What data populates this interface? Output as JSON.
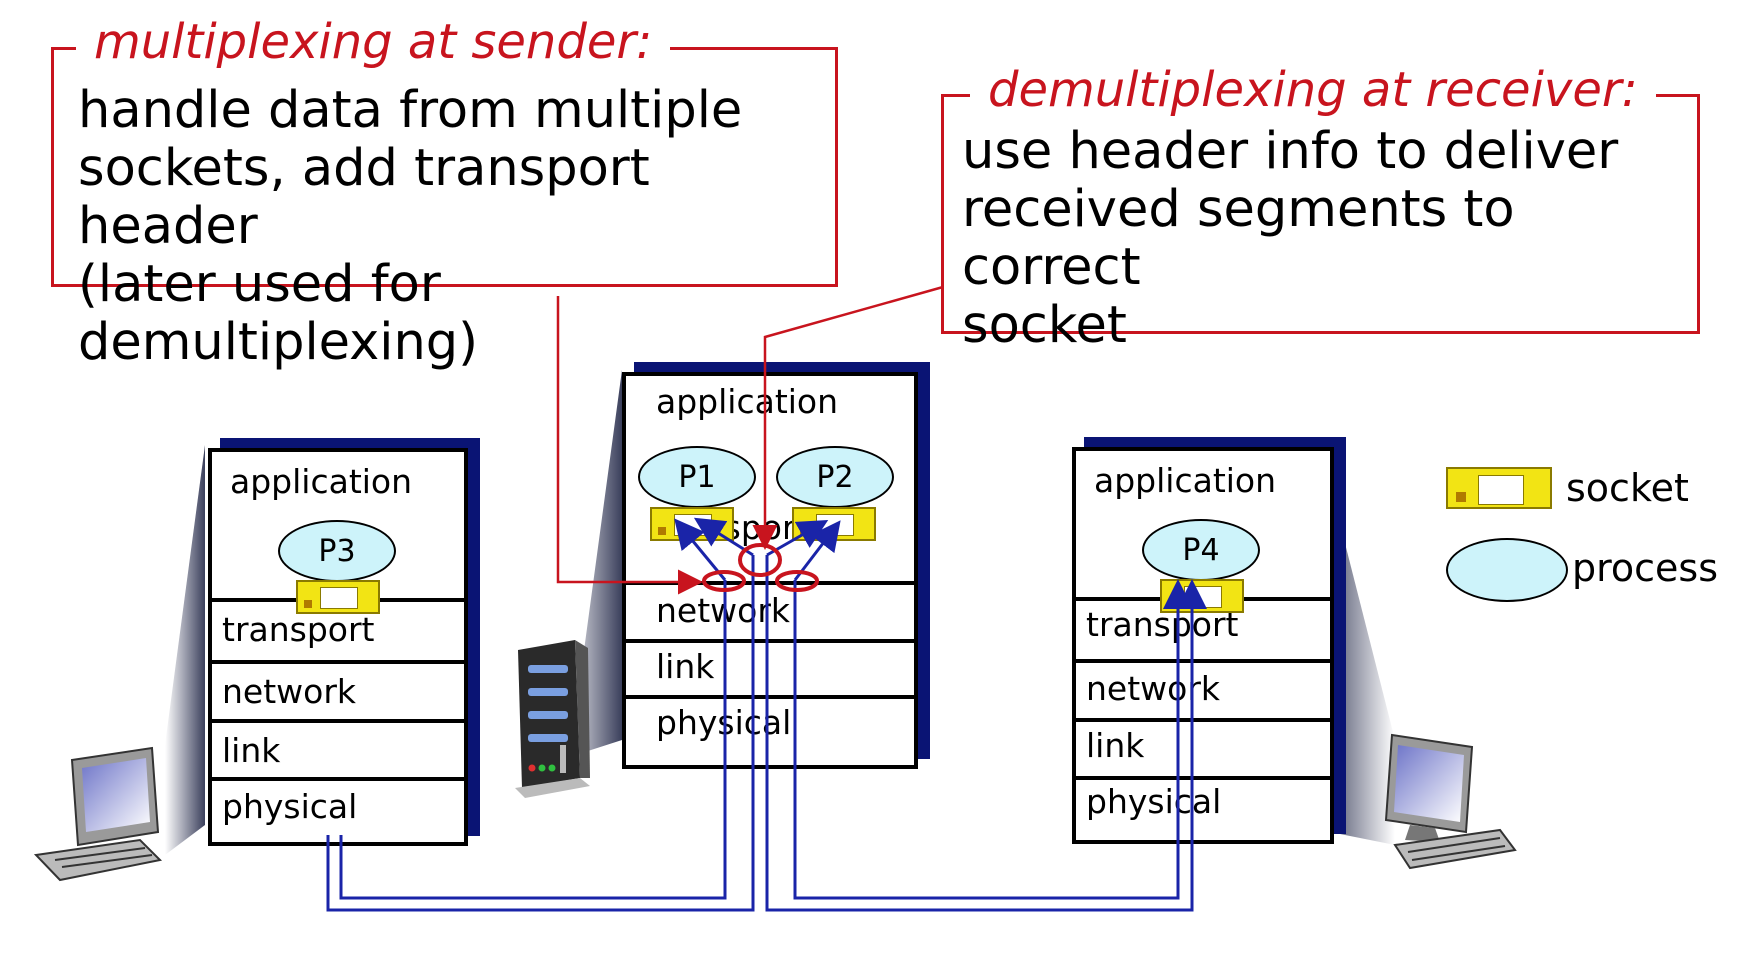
{
  "callouts": {
    "sender": {
      "title": "multiplexing at sender:",
      "lines": [
        "handle data from multiple",
        "sockets, add transport header",
        "(later used for demultiplexing)"
      ]
    },
    "receiver": {
      "title": "demultiplexing at receiver:",
      "lines": [
        "use header info to deliver",
        "received segments to correct",
        "socket"
      ]
    }
  },
  "hosts": {
    "left": {
      "application": "application",
      "process": "P3",
      "layers": [
        "transport",
        "network",
        "link",
        "physical"
      ]
    },
    "center": {
      "application": "application",
      "processes": [
        "P1",
        "P2"
      ],
      "layers": [
        "transport",
        "network",
        "link",
        "physical"
      ]
    },
    "right": {
      "application": "application",
      "process": "P4",
      "layers": [
        "transport",
        "network",
        "link",
        "physical"
      ]
    }
  },
  "legend": {
    "socket": "socket",
    "process": "process"
  },
  "colors": {
    "callout": "#c8141e",
    "wire": "#1a24a8",
    "stack_shadow": "#0a1474",
    "process_fill": "#cdf3fa",
    "socket_fill": "#f2e414"
  }
}
